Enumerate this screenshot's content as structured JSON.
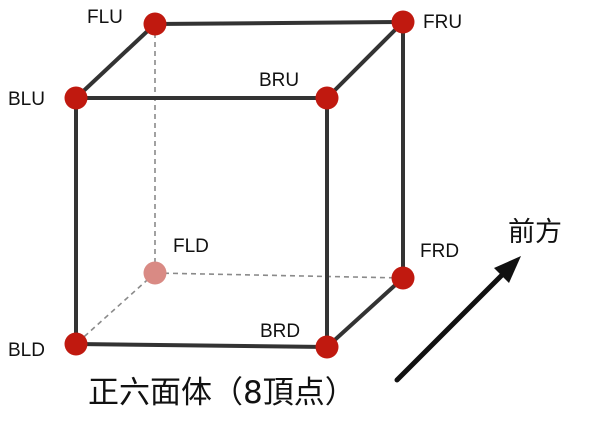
{
  "vertices": {
    "FLU": "FLU",
    "FRU": "FRU",
    "BLU": "BLU",
    "BRU": "BRU",
    "FLD": "FLD",
    "FRD": "FRD",
    "BLD": "BLD",
    "BRD": "BRD"
  },
  "direction_label": "前方",
  "caption": "正六面体（8頂点）",
  "colors": {
    "vertex": "#c0190f",
    "hidden_vertex": "#d98a84",
    "edge": "#333333",
    "hidden_edge": "#8a8a8a"
  }
}
